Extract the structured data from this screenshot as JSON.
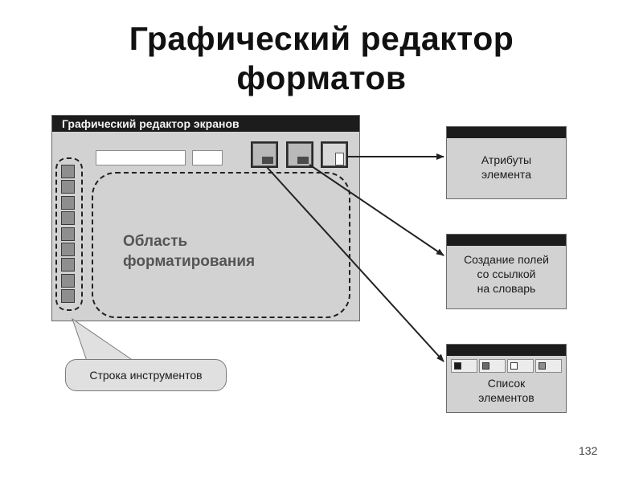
{
  "slide": {
    "title_line1": "Графический редактор",
    "title_line2": "форматов",
    "page_number": "132"
  },
  "editor": {
    "window_title": "Графический редактор экранов",
    "format_area_line1": "Область",
    "format_area_line2": "форматирования",
    "toolbar_buttons": 9
  },
  "callouts": {
    "attributes_line1": "Атрибуты",
    "attributes_line2": "элемента",
    "fields_line1": "Создание полей",
    "fields_line2": "со ссылкой",
    "fields_line3": "на словарь",
    "list_line1": "Список",
    "list_line2": "элементов",
    "list_swatch_colors": [
      "#1a1a1a",
      "#6a6a6a",
      "#ffffff",
      "#8e8e8e"
    ]
  },
  "bubble": {
    "label": "Строка инструментов"
  }
}
